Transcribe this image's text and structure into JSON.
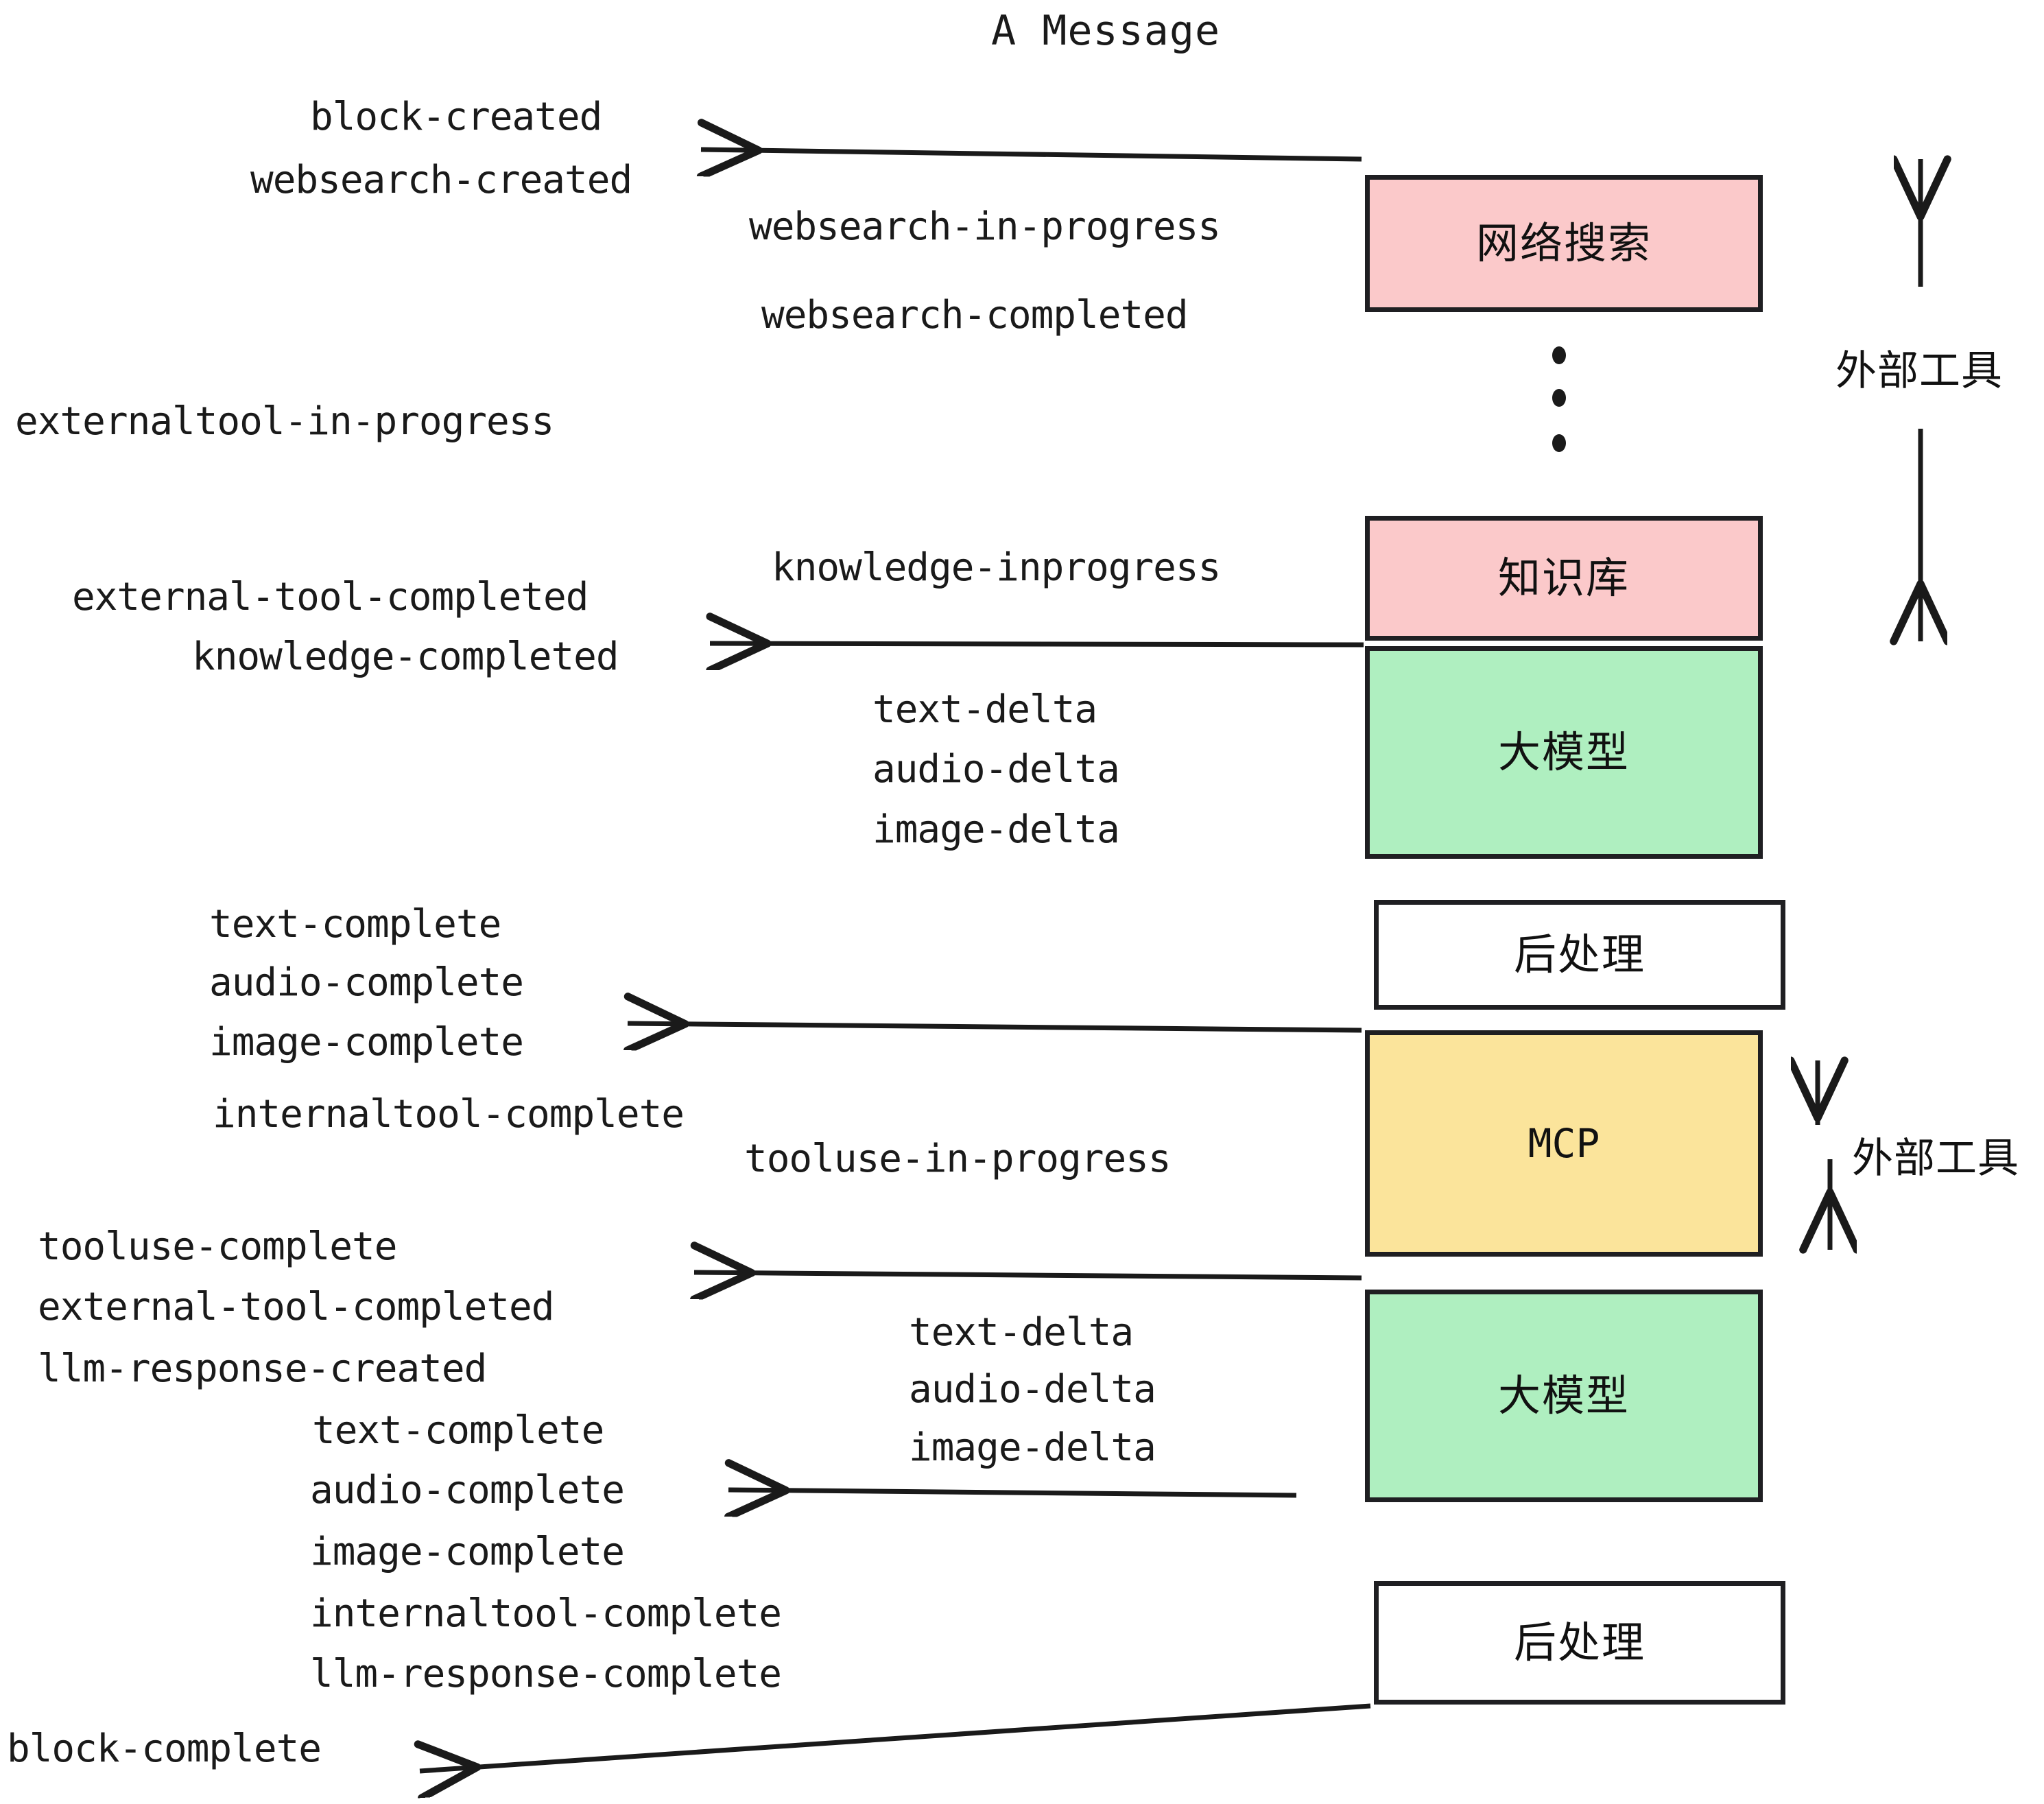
{
  "diagram": {
    "title": "A Message",
    "background": "#ffffff",
    "stroke_color": "#1f1f22",
    "text_color": "#1a1a1a"
  },
  "colors": {
    "pink": "#FBC9CA",
    "green": "#AFEFC0",
    "yellow": "#FBE49B",
    "white": "#ffffff",
    "border": "#1f1f22"
  },
  "boxes": [
    {
      "id": "websearch",
      "label": "网络搜索",
      "fill": "#FBC9CA",
      "script": "cjk"
    },
    {
      "id": "knowledge",
      "label": "知识库",
      "fill": "#FBC9CA",
      "script": "cjk"
    },
    {
      "id": "llm-1",
      "label": "大模型",
      "fill": "#AFEFC0",
      "script": "cjk"
    },
    {
      "id": "postprocess-1",
      "label": "后处理",
      "fill": "#ffffff",
      "script": "cjk"
    },
    {
      "id": "mcp",
      "label": "MCP",
      "fill": "#FBE49B",
      "script": "latin"
    },
    {
      "id": "llm-2",
      "label": "大模型",
      "fill": "#AFEFC0",
      "script": "cjk"
    },
    {
      "id": "postprocess-2",
      "label": "后处理",
      "fill": "#ffffff",
      "script": "cjk"
    }
  ],
  "side_annotations": [
    {
      "id": "external-tools-top",
      "label": "外部工具"
    },
    {
      "id": "external-tools-bottom",
      "label": "外部工具"
    }
  ],
  "events": {
    "group_block_created": [
      "block-created",
      "websearch-created"
    ],
    "group_websearch": [
      "websearch-in-progress",
      "websearch-completed"
    ],
    "group_externaltool_progress": [
      "externaltool-in-progress"
    ],
    "group_knowledge_progress": [
      "knowledge-inprogress"
    ],
    "group_knowledge_completed": [
      "external-tool-completed",
      "knowledge-completed"
    ],
    "group_llm1_deltas": [
      "text-delta",
      "audio-delta",
      "image-delta"
    ],
    "group_post1_completes": [
      "text-complete",
      "audio-complete",
      "image-complete",
      "internaltool-complete"
    ],
    "group_tooluse_progress": [
      "tooluse-in-progress"
    ],
    "group_tooluse_complete": [
      "tooluse-complete",
      "external-tool-completed",
      "llm-response-created"
    ],
    "group_llm2_deltas": [
      "text-delta",
      "audio-delta",
      "image-delta"
    ],
    "group_post2_completes": [
      "text-complete",
      "audio-complete",
      "image-complete",
      "internaltool-complete",
      "llm-response-complete"
    ],
    "group_block_complete": [
      "block-complete"
    ]
  },
  "ellipsis": {
    "id": "vertical-ellipsis",
    "dots": 3
  }
}
